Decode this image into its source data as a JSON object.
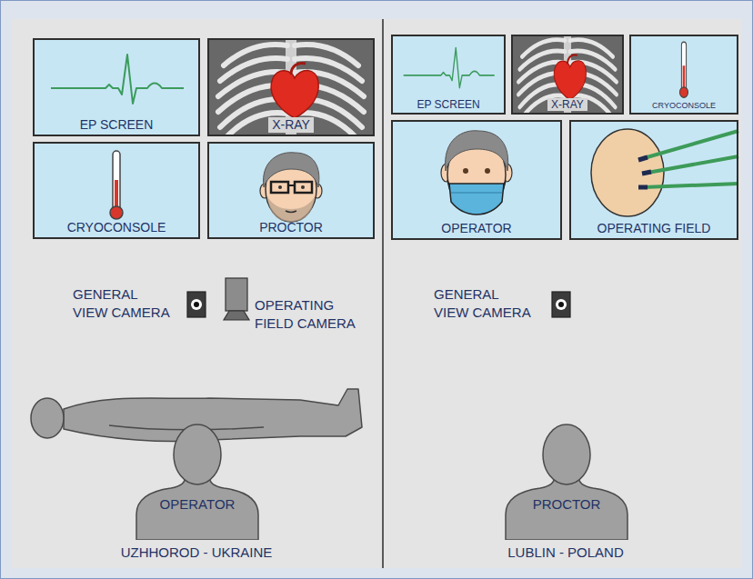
{
  "diagram": {
    "nodes": [
      {
        "text": [
          "EP SCREEN"
        ]
      },
      {
        "text": [
          "X-RAY"
        ]
      },
      {
        "text": [
          "CRYOCONSOLE"
        ]
      },
      {
        "text": [
          "PROCTOR"
        ]
      },
      {
        "text": [
          "OPERATOR"
        ]
      },
      {
        "text": [
          "EP SCREEN"
        ]
      },
      {
        "text": [
          "X-RAY"
        ]
      },
      {
        "text": [
          "CRYOCONSOLE"
        ]
      },
      {
        "text": [
          "OPERATOR"
        ]
      },
      {
        "text": [
          "OPERATING FIELD"
        ]
      },
      {
        "text": [
          "PROCTOR"
        ]
      }
    ],
    "labels": [
      "GENERAL VIEW CAMERA",
      "OPERATING FIELD CAMERA",
      "UZHHOROD - UKRAINE",
      "GENERAL VIEW CAMERA",
      "LUBLIN - POLAND"
    ]
  }
}
